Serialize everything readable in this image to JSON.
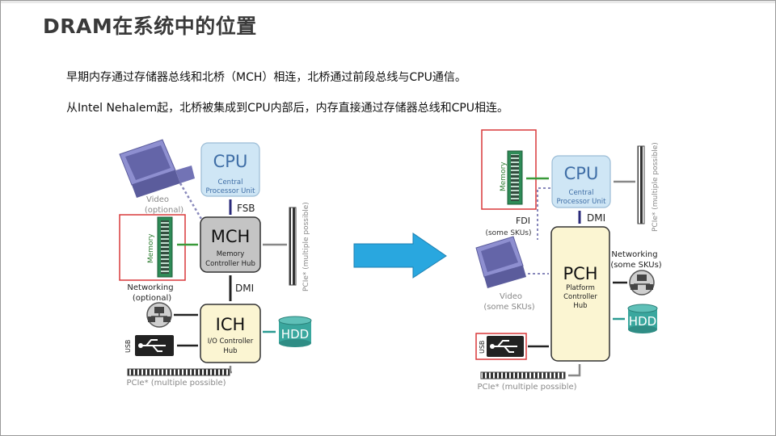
{
  "slide": {
    "title": "DRAM在系统中的位置",
    "paragraphs": [
      "早期内存通过存储器总线和北桥（MCH）相连，北桥通过前段总线与CPU通信。",
      "从Intel Nehalem起，北桥被集成到CPU内部后，内存直接通过存储器总线和CPU相连。"
    ]
  },
  "left_diagram": {
    "cpu_title": "CPU",
    "cpu_sub1": "Central",
    "cpu_sub2": "Processor Unit",
    "fsb": "FSB",
    "mch_title": "MCH",
    "mch_sub1": "Memory",
    "mch_sub2": "Controller Hub",
    "dmi": "DMI",
    "ich_title": "ICH",
    "ich_sub1": "I/O Controller",
    "ich_sub2": "Hub",
    "video1": "Video",
    "video2": "(optional)",
    "memory": "Memory",
    "networking1": "Networking",
    "networking2": "(optional)",
    "usb": "USB",
    "hdd": "HDD",
    "pcie_right": "PCIe* (multiple possible)",
    "pcie_bottom": "PCIe* (multiple possible)"
  },
  "right_diagram": {
    "cpu_title": "CPU",
    "cpu_sub1": "Central",
    "cpu_sub2": "Processor Unit",
    "memory": "Memory",
    "fdi1": "FDI",
    "fdi2": "(some SKUs)",
    "dmi": "DMI",
    "pch_title": "PCH",
    "pch_sub1": "Platform",
    "pch_sub2": "Controller",
    "pch_sub3": "Hub",
    "video1": "Video",
    "video2": "(some SKUs)",
    "networking1": "Networking",
    "networking2": "(some SKUs)",
    "usb": "USB",
    "hdd": "HDD",
    "pcie_right": "PCIe* (multiple possible)",
    "pcie_bottom": "PCIe* (multiple possible)"
  },
  "colors": {
    "cpu_fill": "#cfe6f5",
    "mch_fill": "#c4c4c4",
    "ich_fill": "#fbf5d2",
    "hdd_fill": "#3aa79e",
    "memory_fill": "#2e8b57",
    "monitor_fill": "#7b7cc0",
    "arrow_fill": "#29a7df",
    "highlight_red": "#d9383a"
  }
}
